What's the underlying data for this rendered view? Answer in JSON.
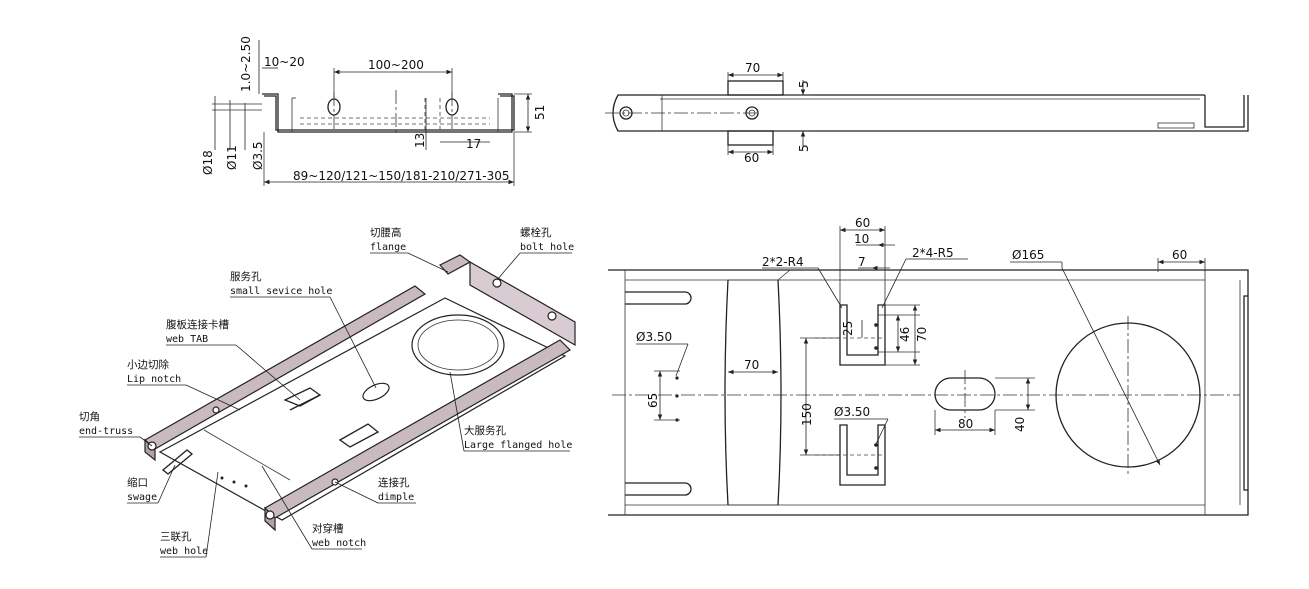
{
  "top_left_view": {
    "dims": {
      "t_range": "1.0~2.50",
      "lip": "10~20",
      "hole_spacing": "100~200",
      "height": "51",
      "d18": "Ø18",
      "d11": "Ø11",
      "d35": "Ø3.5",
      "offset13": "13",
      "width17": "17",
      "total_width": "89~120/121~150/181-210/271-305"
    }
  },
  "top_right_view": {
    "dims": {
      "tab_top": "70",
      "tab_bottom": "60",
      "gap_top": "5",
      "gap_bottom": "5"
    }
  },
  "isometric_view": {
    "callouts": {
      "flange_cn": "切腰高",
      "flange_en": "flange",
      "bolt_cn": "螺栓孔",
      "bolt_en": "bolt hole",
      "service_cn": "服务孔",
      "service_en": "small sevice hole",
      "webtab_cn": "腹板连接卡槽",
      "webtab_en": "web TAB",
      "lip_cn": "小边切除",
      "lip_en": "Lip notch",
      "endtruss_cn": "切角",
      "endtruss_en": "end-truss",
      "large_cn": "大服务孔",
      "large_en": "Large flanged hole",
      "swage_cn": "缩口",
      "swage_en": "swage",
      "dimple_cn": "连接孔",
      "dimple_en": "dimple",
      "webnotch_cn": "对穿槽",
      "webnotch_en": "web notch",
      "webhole_cn": "三联孔",
      "webhole_en": "web hole"
    }
  },
  "plan_view": {
    "dims": {
      "w60": "60",
      "w10": "10",
      "w7": "7",
      "r4": "2*2-R4",
      "r5": "2*4-R5",
      "d165": "Ø165",
      "end60": "60",
      "d350a": "Ø3.50",
      "d350b": "Ø3.50",
      "w70": "70",
      "v25": "25",
      "v46": "46",
      "v70": "70",
      "v65": "65",
      "v150": "150",
      "slot80": "80",
      "slot40": "40"
    }
  }
}
